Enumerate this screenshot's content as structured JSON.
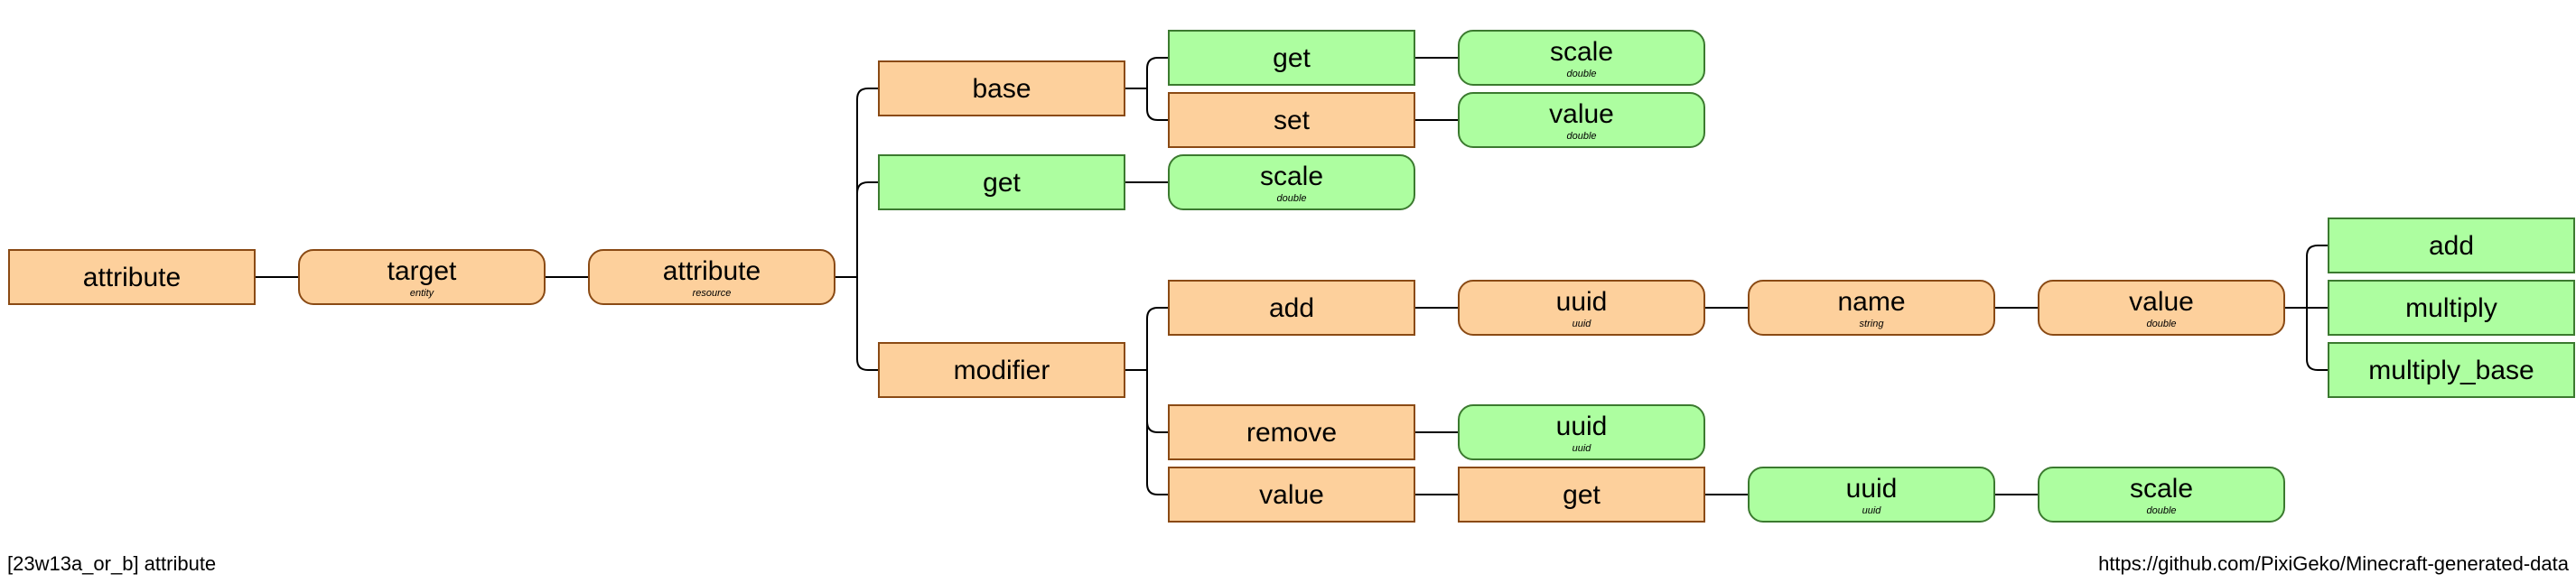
{
  "diagram": {
    "nodes": [
      {
        "id": "n1",
        "label": "attribute",
        "sub": "",
        "kind": "literal"
      },
      {
        "id": "n2",
        "label": "target",
        "sub": "entity",
        "kind": "argument"
      },
      {
        "id": "n3",
        "label": "attribute",
        "sub": "resource",
        "kind": "argument"
      },
      {
        "id": "n4",
        "label": "base",
        "sub": "",
        "kind": "literal"
      },
      {
        "id": "n5",
        "label": "get",
        "sub": "",
        "kind": "literal",
        "executable": true
      },
      {
        "id": "n6",
        "label": "scale",
        "sub": "double",
        "kind": "argument",
        "executable": true
      },
      {
        "id": "n7",
        "label": "set",
        "sub": "",
        "kind": "literal"
      },
      {
        "id": "n8",
        "label": "value",
        "sub": "double",
        "kind": "argument",
        "executable": true
      },
      {
        "id": "n9",
        "label": "get",
        "sub": "",
        "kind": "literal",
        "executable": true
      },
      {
        "id": "n10",
        "label": "scale",
        "sub": "double",
        "kind": "argument",
        "executable": true
      },
      {
        "id": "n11",
        "label": "modifier",
        "sub": "",
        "kind": "literal"
      },
      {
        "id": "n12",
        "label": "add",
        "sub": "",
        "kind": "literal"
      },
      {
        "id": "n13",
        "label": "uuid",
        "sub": "uuid",
        "kind": "argument"
      },
      {
        "id": "n14",
        "label": "name",
        "sub": "string",
        "kind": "argument"
      },
      {
        "id": "n15",
        "label": "value",
        "sub": "double",
        "kind": "argument"
      },
      {
        "id": "n16",
        "label": "add",
        "sub": "",
        "kind": "literal",
        "executable": true
      },
      {
        "id": "n17",
        "label": "multiply",
        "sub": "",
        "kind": "literal",
        "executable": true
      },
      {
        "id": "n18",
        "label": "multiply_base",
        "sub": "",
        "kind": "literal",
        "executable": true
      },
      {
        "id": "n19",
        "label": "remove",
        "sub": "",
        "kind": "literal"
      },
      {
        "id": "n20",
        "label": "uuid",
        "sub": "uuid",
        "kind": "argument",
        "executable": true
      },
      {
        "id": "n21",
        "label": "value",
        "sub": "",
        "kind": "literal"
      },
      {
        "id": "n22",
        "label": "get",
        "sub": "",
        "kind": "literal"
      },
      {
        "id": "n23",
        "label": "uuid",
        "sub": "uuid",
        "kind": "argument",
        "executable": true
      },
      {
        "id": "n24",
        "label": "scale",
        "sub": "double",
        "kind": "argument",
        "executable": true
      }
    ],
    "edges": [
      [
        "n1",
        "n2"
      ],
      [
        "n2",
        "n3"
      ],
      [
        "n3",
        "n4"
      ],
      [
        "n3",
        "n9"
      ],
      [
        "n3",
        "n11"
      ],
      [
        "n4",
        "n5"
      ],
      [
        "n4",
        "n7"
      ],
      [
        "n5",
        "n6"
      ],
      [
        "n7",
        "n8"
      ],
      [
        "n9",
        "n10"
      ],
      [
        "n11",
        "n12"
      ],
      [
        "n11",
        "n19"
      ],
      [
        "n11",
        "n21"
      ],
      [
        "n12",
        "n13"
      ],
      [
        "n13",
        "n14"
      ],
      [
        "n14",
        "n15"
      ],
      [
        "n15",
        "n16"
      ],
      [
        "n15",
        "n17"
      ],
      [
        "n15",
        "n18"
      ],
      [
        "n19",
        "n20"
      ],
      [
        "n21",
        "n22"
      ],
      [
        "n22",
        "n23"
      ],
      [
        "n23",
        "n24"
      ]
    ],
    "colors": {
      "node_fill": "#fdd09c",
      "node_stroke": "#8a4a14",
      "exec_fill": "#adfea0",
      "exec_stroke": "#3b7a2f",
      "edge": "#000000"
    }
  },
  "footer": {
    "left": "[23w13a_or_b] attribute",
    "right": "https://github.com/PixiGeko/Minecraft-generated-data"
  }
}
